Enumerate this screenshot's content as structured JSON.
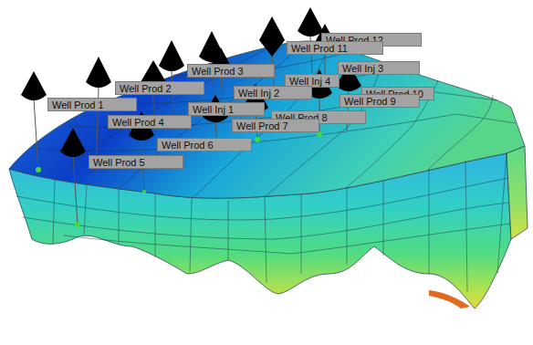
{
  "diagram": {
    "nodes": [
      {
        "text": [
          "Well Prod 12"
        ]
      },
      {
        "text": [
          "Well Prod 11"
        ]
      },
      {
        "text": [
          "Well Inj 3"
        ]
      },
      {
        "text": [
          "Well Prod 3"
        ]
      },
      {
        "text": [
          "Well Inj 4"
        ]
      },
      {
        "text": [
          "Well Prod 2"
        ]
      },
      {
        "text": [
          "Well Inj 2"
        ]
      },
      {
        "text": [
          "Well Prod 10"
        ]
      },
      {
        "text": [
          "Well Prod 9"
        ]
      },
      {
        "text": [
          "Well Prod 1"
        ]
      },
      {
        "text": [
          "Well Inj 1"
        ]
      },
      {
        "text": [
          "Well Prod 8"
        ]
      },
      {
        "text": [
          "Well Prod 4"
        ]
      },
      {
        "text": [
          "Well Prod 7"
        ]
      },
      {
        "text": [
          "Well Prod 6"
        ]
      },
      {
        "text": [
          "Well Prod 5"
        ]
      }
    ]
  }
}
